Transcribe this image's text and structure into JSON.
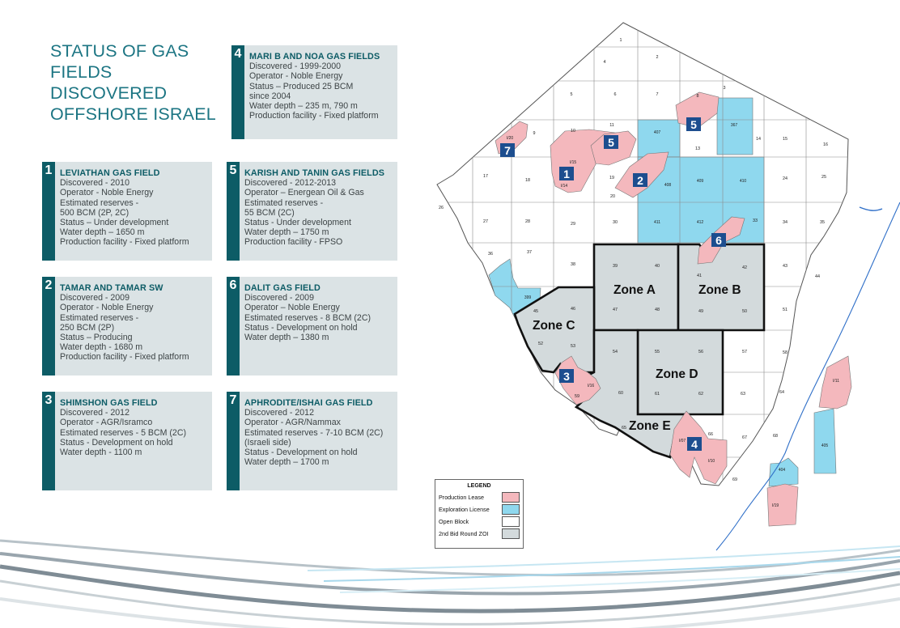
{
  "title": "STATUS OF GAS FIELDS DISCOVERED OFFSHORE ISRAEL",
  "colors": {
    "card_bg": "#dbe3e5",
    "accent": "#0d5c66",
    "title": "#1c7583",
    "production_lease": "#f4b8bd",
    "exploration_license": "#8fd8ee",
    "zoi": "#d3dadc"
  },
  "cards": [
    {
      "number": "4",
      "title": "MARI B AND NOA GAS FIELDS",
      "lines": [
        "Discovered - 1999-2000",
        "Operator - Noble Energy",
        "Status – Produced 25 BCM",
        "since 2004",
        "Water depth – 235 m, 790 m",
        "Production facility - Fixed platform"
      ]
    },
    {
      "number": "1",
      "title": "LEVIATHAN GAS FIELD",
      "lines": [
        "Discovered - 2010",
        "Operator - Noble Energy",
        "Estimated reserves -",
        "500 BCM (2P, 2C)",
        "Status – Under development",
        "Water depth – 1650 m",
        "Production facility - Fixed platform"
      ]
    },
    {
      "number": "5",
      "title": "KARISH AND TANIN GAS FIELDS",
      "lines": [
        "Discovered - 2012-2013",
        "Operator – Energean Oil & Gas",
        "Estimated reserves -",
        "55 BCM (2C)",
        "Status - Under development",
        "Water depth – 1750 m",
        "Production facility - FPSO"
      ]
    },
    {
      "number": "2",
      "title": "TAMAR AND TAMAR SW",
      "lines": [
        "Discovered - 2009",
        "Operator - Noble Energy",
        "Estimated reserves -",
        "250 BCM (2P)",
        "Status – Producing",
        "Water depth - 1680 m",
        "Production facility - Fixed platform"
      ]
    },
    {
      "number": "6",
      "title": "DALIT GAS FIELD",
      "lines": [
        "Discovered - 2009",
        "Operator – Noble Energy",
        "Estimated reserves - 8 BCM (2C)",
        "Status - Development on hold",
        "Water depth – 1380 m"
      ]
    },
    {
      "number": "3",
      "title": "SHIMSHON GAS FIELD",
      "lines": [
        "Discovered - 2012",
        "Operator - AGR/Isramco",
        "Estimated reserves - 5 BCM (2C)",
        "Status - Development on hold",
        "Water depth - 1100 m"
      ]
    },
    {
      "number": "7",
      "title": "APHRODITE/ISHAI GAS FIELD",
      "lines": [
        "Discovered - 2012",
        "Operator - AGR/Nammax",
        "Estimated reserves - 7-10 BCM (2C)",
        "(Israeli side)",
        "Status - Development on hold",
        "Water depth – 1700 m"
      ]
    }
  ],
  "map": {
    "zones": [
      "Zone A",
      "Zone B",
      "Zone C",
      "Zone D",
      "Zone E"
    ],
    "markers": [
      "1",
      "2",
      "3",
      "4",
      "5",
      "5",
      "6",
      "7"
    ],
    "blocks": [
      "1",
      "2",
      "3",
      "4",
      "5",
      "6",
      "7",
      "8",
      "9",
      "10",
      "11",
      "13",
      "14",
      "15",
      "16",
      "17",
      "18",
      "19",
      "20",
      "24",
      "25",
      "26",
      "27",
      "28",
      "29",
      "30",
      "33",
      "34",
      "35",
      "36",
      "37",
      "38",
      "39",
      "40",
      "41",
      "42",
      "43",
      "44",
      "45",
      "46",
      "47",
      "48",
      "49",
      "50",
      "51",
      "52",
      "53",
      "54",
      "55",
      "56",
      "57",
      "58",
      "59",
      "60",
      "61",
      "62",
      "63",
      "64",
      "65",
      "66",
      "67",
      "68",
      "69"
    ],
    "licenses": [
      "407",
      "367",
      "408",
      "409",
      "410",
      "411",
      "412",
      "399",
      "405",
      "404",
      "I/20",
      "I/15",
      "I/14",
      "I/16",
      "I/07",
      "I/10",
      "I/11",
      "I/19"
    ]
  },
  "legend": {
    "title": "LEGEND",
    "items": [
      "Production Lease",
      "Exploration License",
      "Open Block",
      "2nd Bid Round ZOI"
    ]
  }
}
